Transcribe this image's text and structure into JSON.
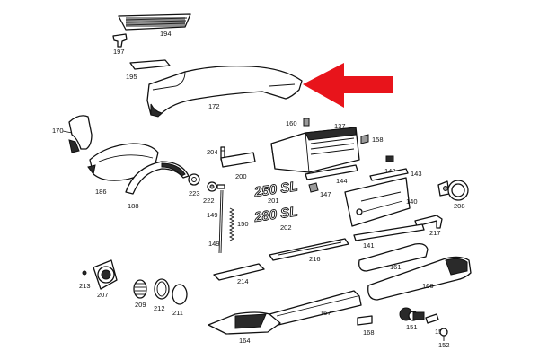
{
  "diagram": {
    "highlight_color": "#e8141b",
    "callouts": {
      "n194": "194",
      "n197": "197",
      "n195": "195",
      "n172": "172",
      "n170": "170",
      "n186": "186",
      "n204": "204",
      "n200": "200",
      "n188": "188",
      "n223": "223",
      "n222": "222",
      "n160": "160",
      "n137": "137",
      "n158": "158",
      "n148": "148",
      "n143": "143",
      "n144": "144",
      "n147": "147",
      "n201": "201",
      "n140": "140",
      "n208": "208",
      "n149a": "149",
      "n150": "150",
      "n202": "202",
      "n217": "217",
      "n149b": "149",
      "n141": "141",
      "n216": "216",
      "n161": "161",
      "n214": "214",
      "n213": "213",
      "n207": "207",
      "n209": "209",
      "n212": "212",
      "n211": "211",
      "n166": "166",
      "n167": "167",
      "n164": "164",
      "n168": "168",
      "n151": "151",
      "n153": "153",
      "n152": "152"
    },
    "emblems": {
      "model_250": "250 SL",
      "model_280": "280 SL"
    }
  }
}
